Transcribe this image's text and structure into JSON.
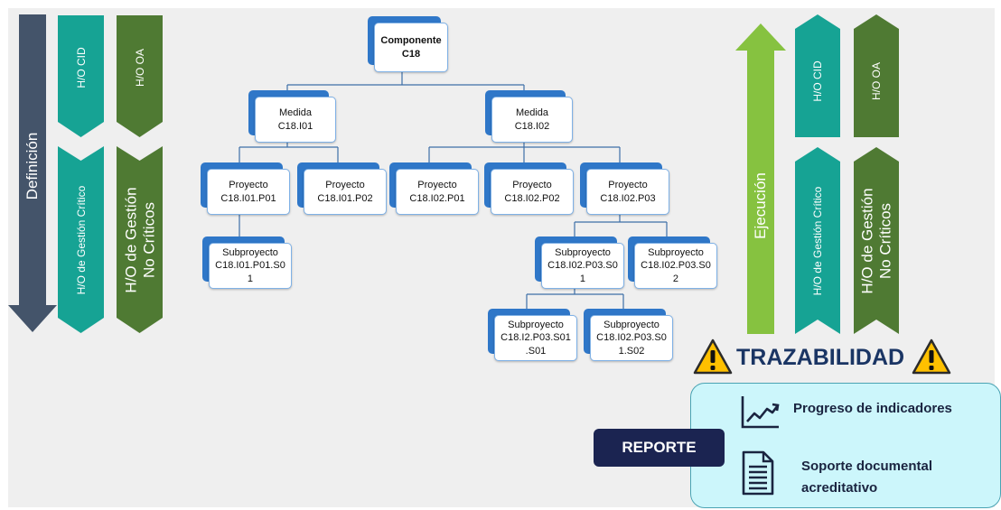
{
  "left_panel": {
    "arrow_label": "Definición",
    "cid_top": "H/O CID",
    "oa_top": "H/O OA",
    "critico": "H/O de Gestión Crítico",
    "no_critico": "H/O de Gestión\nNo Críticos"
  },
  "right_panel": {
    "arrow_label": "Ejecución",
    "cid_top": "H/O CID",
    "oa_top": "H/O OA",
    "critico": "H/O de Gestión Crítico",
    "no_critico": "H/O de Gestión\nNo Críticos"
  },
  "tree": {
    "componente": "Componente\nC18",
    "medida_1": "Medida\nC18.I01",
    "medida_2": "Medida\nC18.I02",
    "proyecto_1": "Proyecto\nC18.I01.P01",
    "proyecto_2": "Proyecto\nC18.I01.P02",
    "proyecto_3": "Proyecto\nC18.I02.P01",
    "proyecto_4": "Proyecto\nC18.I02.P02",
    "proyecto_5": "Proyecto\nC18.I02.P03",
    "sub_1": "Subproyecto\nC18.I01.P01.S0\n1",
    "sub_2": "Subproyecto\nC18.I02.P03.S0\n1",
    "sub_3": "Subproyecto\nC18.I02.P03.S0\n2",
    "sub_4": "Subproyecto\nC18.I2.P03.S01\n.S01",
    "sub_5": "Subproyecto\nC18.I02.P03.S0\n1.S02"
  },
  "trazabilidad": "TRAZABILIDAD",
  "reporte": "REPORTE",
  "report_items": [
    {
      "label": "Progreso de indicadores",
      "icon": "line-chart-icon"
    },
    {
      "label": "Soporte documental\nacreditativo",
      "icon": "document-icon"
    }
  ],
  "colors": {
    "navy_arrow": "#44546a",
    "teal": "#16a394",
    "dark_green": "#4f7a33",
    "light_green": "#86c240",
    "node_blue": "#2f77c8",
    "report_bg": "#ccf6fb",
    "reporte_bg": "#1b2451",
    "warning_yellow": "#ffc000"
  }
}
